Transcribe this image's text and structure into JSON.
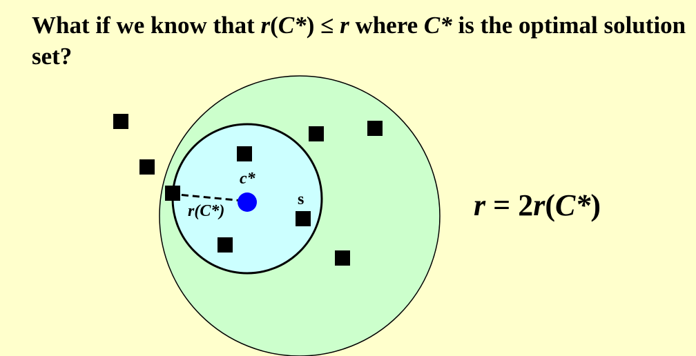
{
  "title": {
    "part1": "What if we know that ",
    "r": "r",
    "paren_open": "(",
    "cstar": "C*",
    "paren_close": ")",
    "leq": " ≤ ",
    "r2": "r",
    "part2": " where ",
    "cstar2": "C*",
    "part3": " is the optimal solution set?"
  },
  "diagram": {
    "center_label": "c*",
    "radius_label": "r(C*)",
    "point_label": "s",
    "colors": {
      "background": "#FFFFCC",
      "outer_circle_fill": "#CCFFCC",
      "inner_circle_fill": "#CCFFFF",
      "center_point": "#0000FF",
      "points": "#000000",
      "stroke": "#000000"
    }
  },
  "formula": {
    "r": "r",
    "equals": " = 2",
    "r2": "r",
    "paren_open": "(",
    "cstar": "C*",
    "paren_close": ")"
  }
}
